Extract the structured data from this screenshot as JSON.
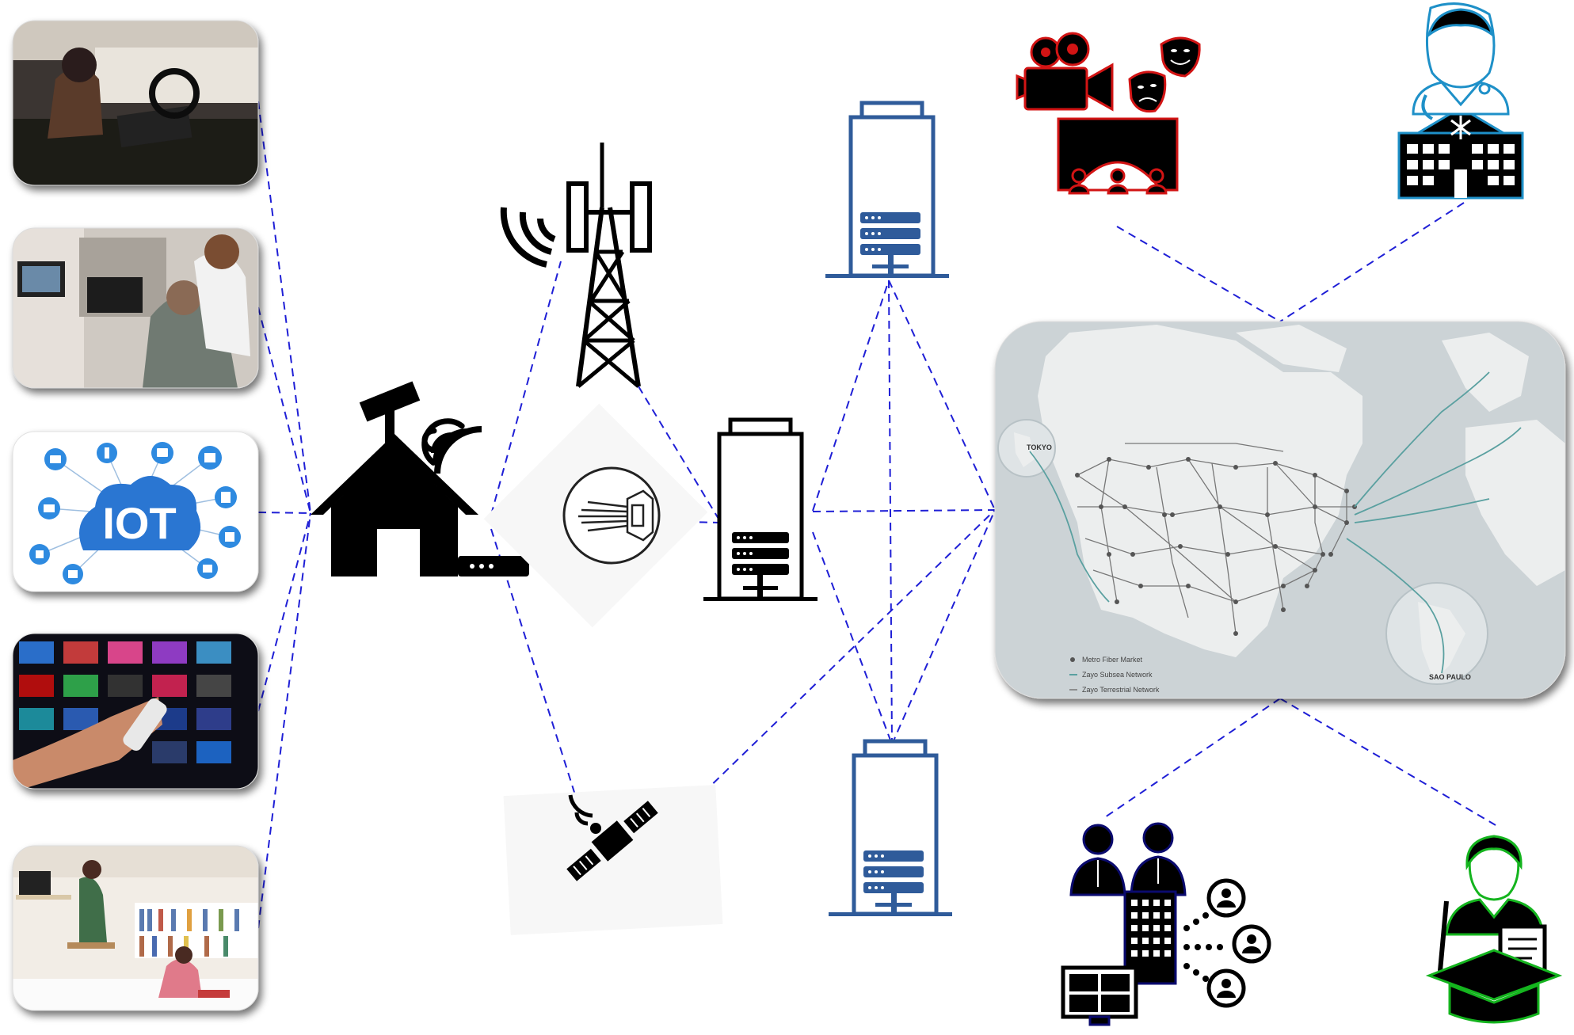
{
  "iot_tile": {
    "badge_text": "IOT",
    "caption": "Internet of things"
  },
  "map": {
    "city_west": "TOKYO",
    "city_south": "SAO PAULO",
    "legend": [
      "Metro Fiber Market",
      "Zayo Subsea Network",
      "Zayo Terrestrial Network"
    ]
  },
  "colors": {
    "link": "#1f1fd6",
    "datacenter_outline": "#2f5b9a",
    "entertainment": "#d21414",
    "healthcare": "#1e90c8",
    "business": "#0a0a6e",
    "education": "#14b41e",
    "map_land": "#eceeee",
    "map_sea": "#ccd3d6"
  },
  "icons": [
    "car-laptop-photo",
    "telehealth-photo",
    "iot-icon",
    "streaming-tv-photo",
    "home-learning-photo",
    "smart-home-icon",
    "cell-tower-icon",
    "fiber-optic-icon",
    "satellite-icon",
    "core-datacenter-icon",
    "edge-datacenter-icon",
    "entertainment-icon",
    "healthcare-icon",
    "business-icon",
    "education-icon"
  ]
}
